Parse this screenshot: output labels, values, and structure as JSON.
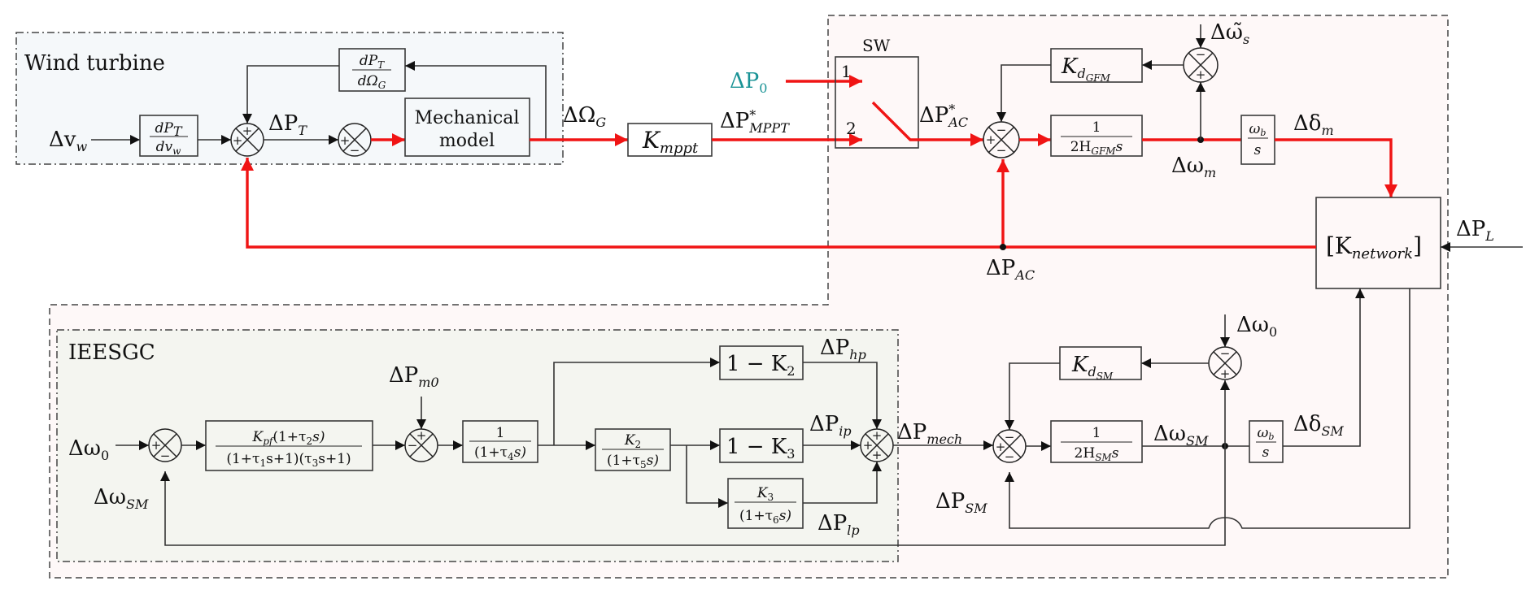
{
  "regions": {
    "wind_turbine": {
      "title": "Wind turbine",
      "bg": "#f5f8fa"
    },
    "ieesgc": {
      "title": "IEESGC",
      "bg": "#f4f5f0"
    },
    "grid": {
      "bg": "#fef8f8"
    }
  },
  "colors": {
    "power_path": "#f01414",
    "setpoint": "#1a9396",
    "line": "#333333"
  },
  "wind": {
    "dv_w": {
      "main": "Δv",
      "sub": "w"
    },
    "dPT_dvw": {
      "num": "dP",
      "num_sub": "T",
      "den": "dv",
      "den_sub": "w"
    },
    "dPT_dOmegaG": {
      "num": "dP",
      "num_sub": "T",
      "den": "dΩ",
      "den_sub": "G"
    },
    "dP_T": {
      "main": "ΔP",
      "sub": "T"
    },
    "mech_model": {
      "line1": "Mechanical",
      "line2": "model"
    },
    "dOmega_G": {
      "main": "ΔΩ",
      "sub": "G"
    },
    "sum1_signs": [
      "+",
      "+"
    ],
    "sum2_signs": [
      "+",
      "−"
    ]
  },
  "mppt": {
    "k_mppt": {
      "main": "K",
      "sub": "mppt"
    },
    "dP_mppt": {
      "main": "ΔP",
      "sup": "*",
      "sub": "MPPT"
    },
    "dP0": {
      "main": "ΔP",
      "sub": "0"
    }
  },
  "switch": {
    "label": "SW",
    "pos1": "1",
    "pos2": "2"
  },
  "gfm": {
    "dP_AC_star": {
      "main": "ΔP",
      "sup": "*",
      "sub": "AC"
    },
    "inertia": {
      "num": "1",
      "den": "2H",
      "den_sub": "GFM",
      "den_tail": "s"
    },
    "kd": {
      "main": "K",
      "sub": "d",
      "subsub": "GFM"
    },
    "dw_s": {
      "main": "Δω̃",
      "sub": "s"
    },
    "dw_m": {
      "main": "Δω",
      "sub": "m"
    },
    "wb_s": {
      "num": "ω",
      "num_sub": "b",
      "den": "s"
    },
    "dDelta_m": {
      "main": "Δδ",
      "sub": "m"
    },
    "dP_AC": {
      "main": "ΔP",
      "sub": "AC"
    },
    "sum_signs": [
      "−",
      "+",
      "−"
    ],
    "damp_sum_signs": [
      "−",
      "+"
    ]
  },
  "network": {
    "block": {
      "main": "[K",
      "sub": "network",
      "close": "]"
    },
    "dP_L": {
      "main": "ΔP",
      "sub": "L"
    }
  },
  "governor": {
    "dw0": {
      "main": "Δω",
      "sub": "0"
    },
    "dw_SM_in": {
      "main": "Δω",
      "sub": "SM"
    },
    "lead_lag": {
      "num": "K",
      "num_sub": "pf",
      "num_tail": "(1+τ",
      "num_tail_sub": "2",
      "num_end": "s)",
      "den": "(1+τ",
      "den_sub1": "1",
      "den_mid": "s+1)(τ",
      "den_sub3": "3",
      "den_end": "s+1)"
    },
    "dP_m0": {
      "main": "ΔP",
      "sub": "m0"
    },
    "hp_lag": {
      "num": "1",
      "den": "(1+τ",
      "den_sub": "4",
      "den_end": "s)"
    },
    "one_minus_k2": {
      "main": "1 − K",
      "sub": "2"
    },
    "k2_lag": {
      "num": "K",
      "num_sub": "2",
      "den": "(1+τ",
      "den_sub": "5",
      "den_end": "s)"
    },
    "one_minus_k3": {
      "main": "1 − K",
      "sub": "3"
    },
    "k3_lag": {
      "num": "K",
      "num_sub": "3",
      "den": "(1+τ",
      "den_sub": "6",
      "den_end": "s)"
    },
    "dP_hp": {
      "main": "ΔP",
      "sub": "hp"
    },
    "dP_ip": {
      "main": "ΔP",
      "sub": "ip"
    },
    "dP_lp": {
      "main": "ΔP",
      "sub": "lp"
    },
    "sum0_signs": [
      "+",
      "−"
    ],
    "sum_m0_signs": [
      "+",
      "−"
    ],
    "sum_turbine_signs": [
      "+",
      "+",
      "+"
    ]
  },
  "sm": {
    "dP_mech": {
      "main": "ΔP",
      "sub": "mech"
    },
    "dP_SM": {
      "main": "ΔP",
      "sub": "SM"
    },
    "inertia": {
      "num": "1",
      "den": "2H",
      "den_sub": "SM",
      "den_tail": "s"
    },
    "dw_SM": {
      "main": "Δω",
      "sub": "SM"
    },
    "wb_s": {
      "num": "ω",
      "num_sub": "b",
      "den": "s"
    },
    "dDelta_SM": {
      "main": "Δδ",
      "sub": "SM"
    },
    "kd": {
      "main": "K",
      "sub": "d",
      "subsub": "SM"
    },
    "dw0": {
      "main": "Δω",
      "sub": "0"
    },
    "sum_signs": [
      "−",
      "+",
      "−"
    ],
    "damp_sum_signs": [
      "−",
      "+"
    ]
  }
}
